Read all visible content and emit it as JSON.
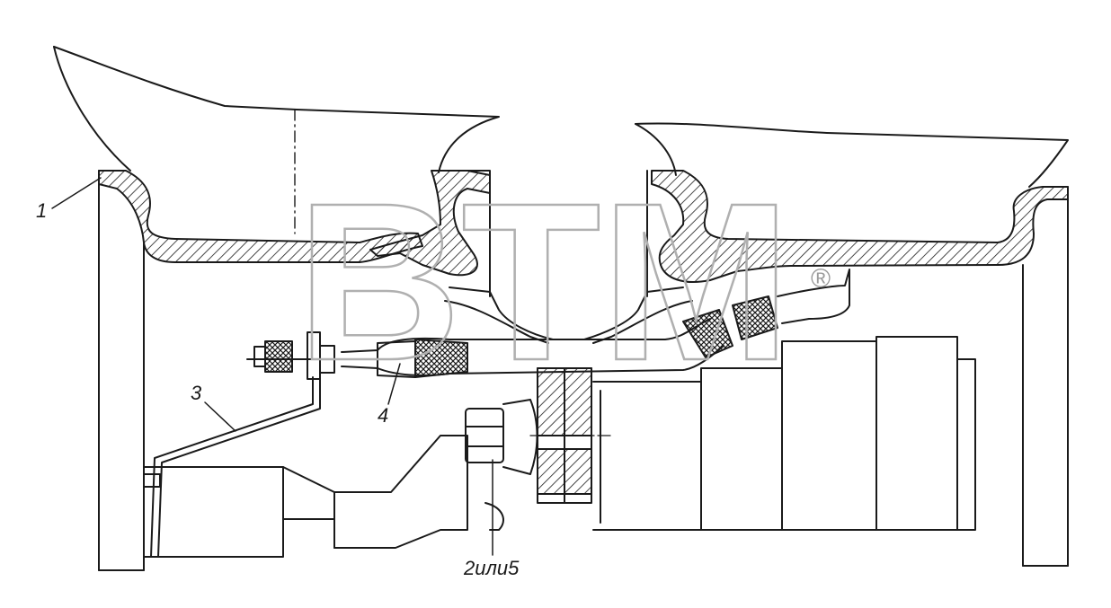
{
  "callouts": {
    "c1": "1",
    "c2": "2или5",
    "c3": "3",
    "c4": "4"
  },
  "watermark": {
    "text": "BTM",
    "registered": "®"
  },
  "colors": {
    "line": "#1a1a1a",
    "watermark": "#b0b0b0",
    "background": "#ffffff"
  }
}
